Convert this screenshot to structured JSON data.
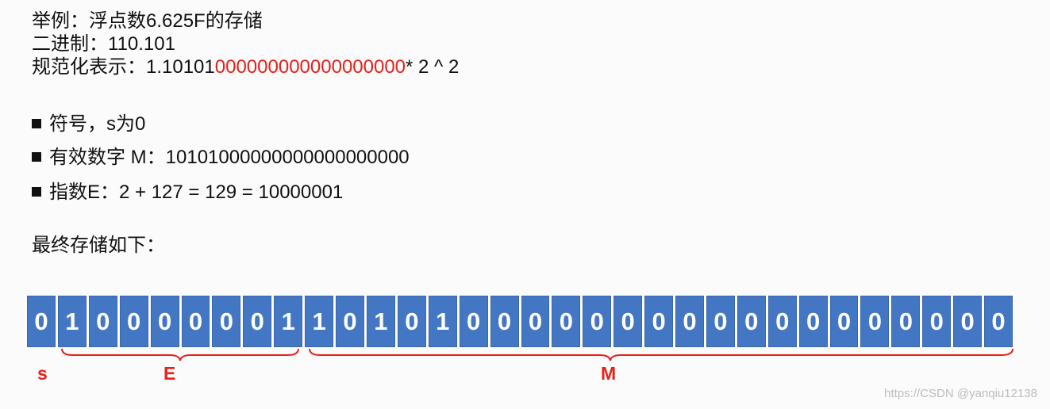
{
  "text": {
    "example_title": "举例：浮点数6.625F的存储",
    "binary_label": "二进制：",
    "binary_value": "110.101",
    "normalized_label": "规范化表示：",
    "normalized_prefix": "1.10101",
    "normalized_zeros": "000000000000000000",
    "normalized_suffix": "* 2 ^ 2",
    "bullet_sign": "符号，s为0",
    "bullet_mantissa": "有效数字 M：10101000000000000000000",
    "bullet_exponent": "指数E：2 + 127 = 129 = 10000001",
    "storage_caption": "最终存储如下："
  },
  "bits": [
    0,
    1,
    0,
    0,
    0,
    0,
    0,
    0,
    1,
    1,
    0,
    1,
    0,
    1,
    0,
    0,
    0,
    0,
    0,
    0,
    0,
    0,
    0,
    0,
    0,
    0,
    0,
    0,
    0,
    0,
    0,
    0
  ],
  "fields": {
    "sign_label": "s",
    "exponent_label": "E",
    "mantissa_label": "M"
  },
  "watermark": "https://CSDN @yanqiu12138",
  "colors": {
    "bit_cell": "#4477c3",
    "highlight_red": "#e8201a",
    "text": "#111111"
  }
}
